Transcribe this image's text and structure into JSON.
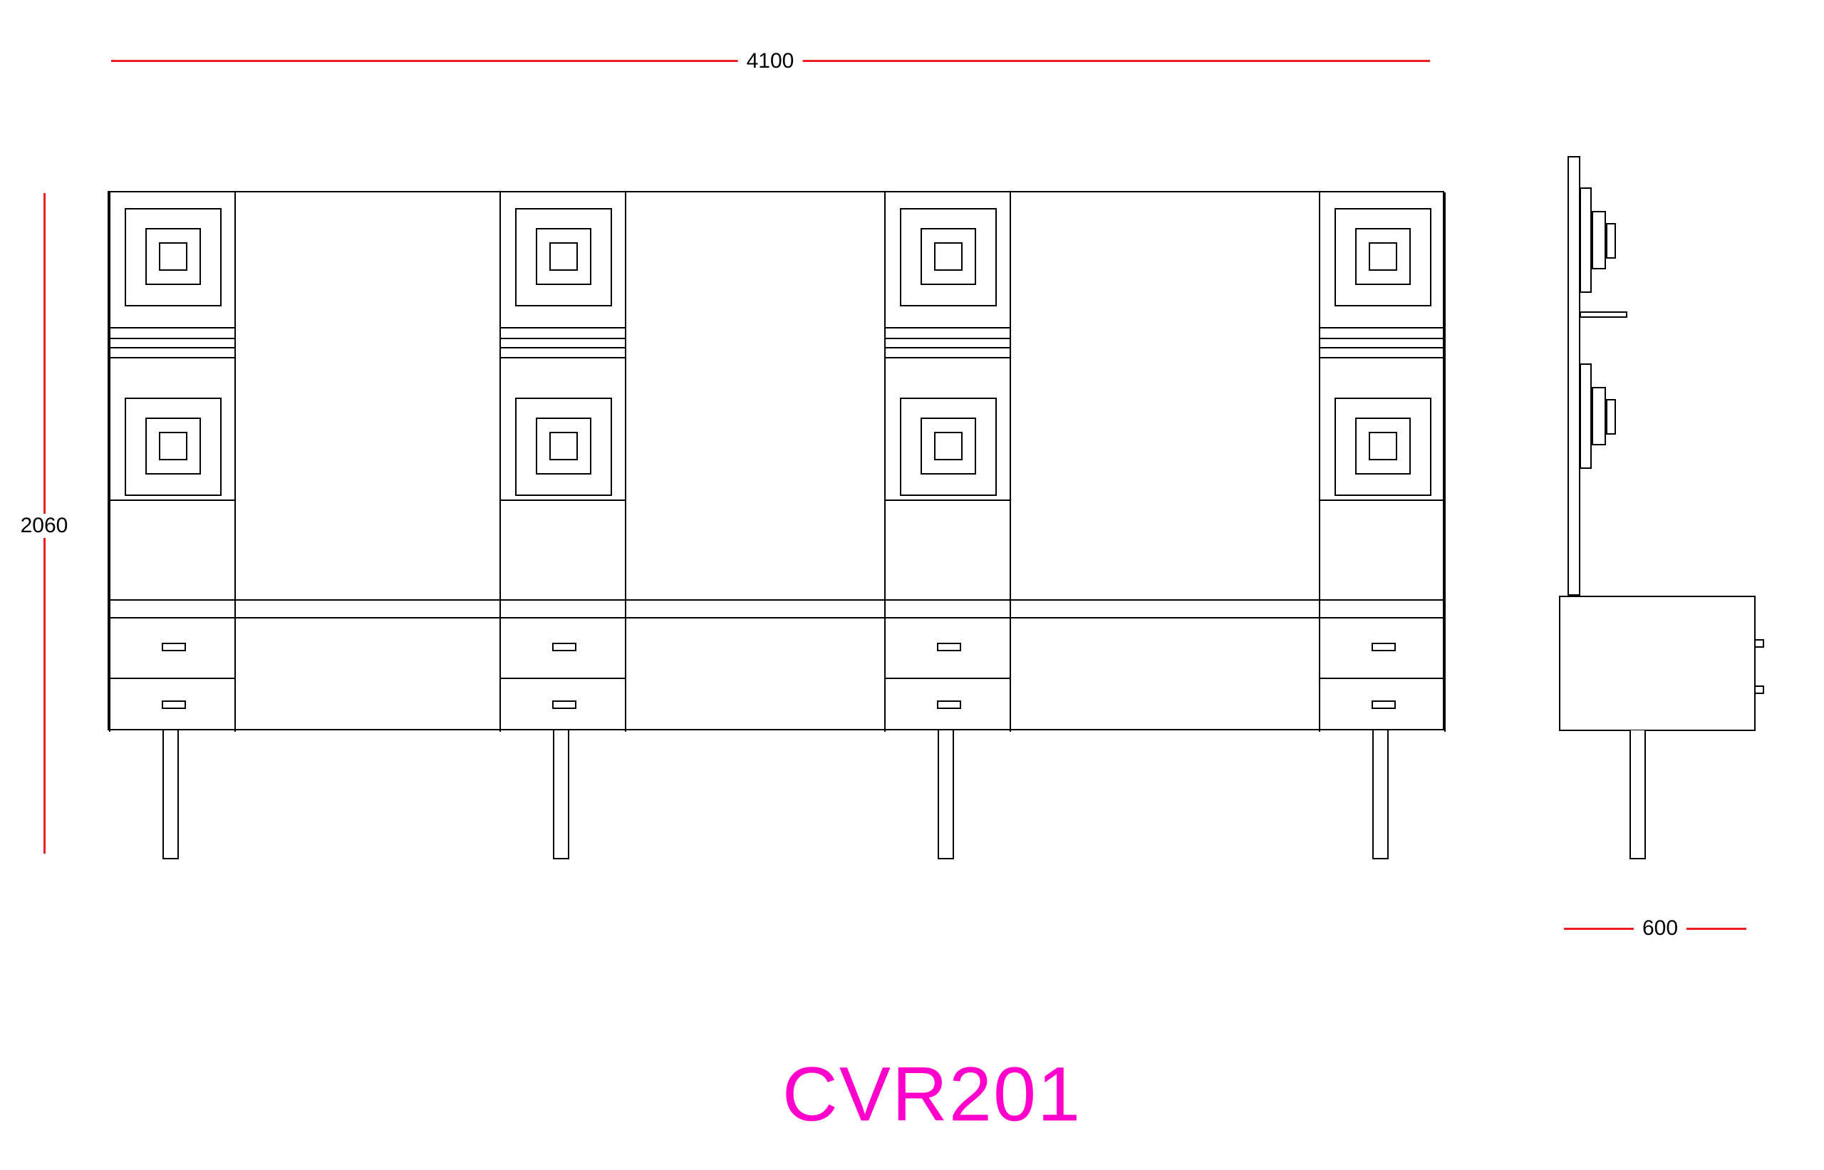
{
  "title": "CVR201",
  "dimension_labels": {
    "overall_width": "4100",
    "overall_height": "2060",
    "side_depth": "600"
  },
  "colors": {
    "dimension_line": "#ec1c24",
    "title_text": "#ff00cc",
    "line_work": "#000000",
    "background": "#ffffff"
  }
}
